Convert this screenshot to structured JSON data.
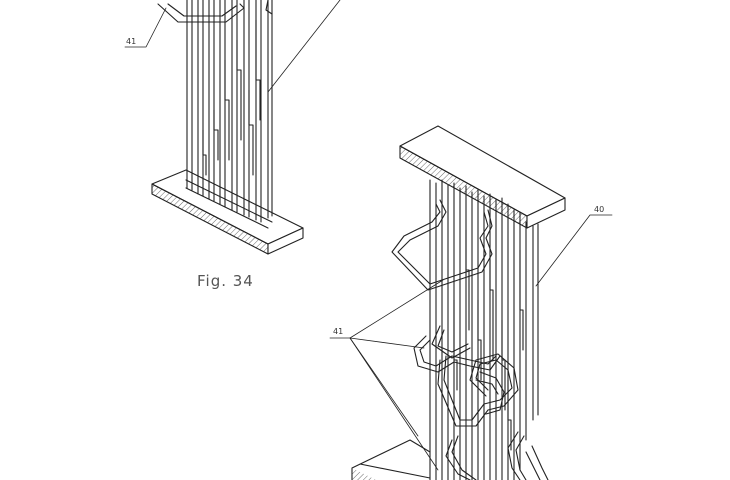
{
  "figure": {
    "caption": "Fig. 34"
  },
  "reference_numerals": {
    "upper_left": "41",
    "right": "40",
    "lower_left": "41"
  }
}
